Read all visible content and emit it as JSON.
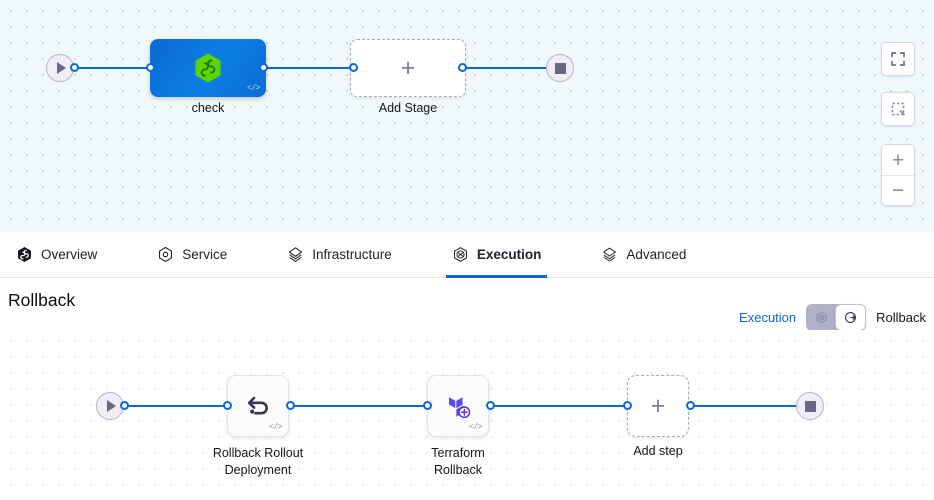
{
  "top_canvas": {
    "start_node": {
      "icon": "play-icon"
    },
    "end_node": {
      "icon": "stop-icon"
    },
    "nodes": [
      {
        "id": "check",
        "label": "check",
        "type": "stage",
        "icon": "harness-hexagon-icon",
        "badge": "</>"
      },
      {
        "id": "add-stage",
        "label": "Add Stage",
        "type": "add",
        "icon": "plus-icon"
      }
    ],
    "controls": [
      {
        "name": "fit-to-screen-button",
        "icon": "expand-icon"
      },
      {
        "name": "select-area-button",
        "icon": "dashed-square-icon"
      },
      {
        "name": "zoom-in-button",
        "icon": "plus-icon",
        "label": "+"
      },
      {
        "name": "zoom-out-button",
        "icon": "minus-icon",
        "label": "−"
      }
    ]
  },
  "tabs": [
    {
      "id": "overview",
      "label": "Overview",
      "icon": "harness-hexagon-icon",
      "active": false
    },
    {
      "id": "service",
      "label": "Service",
      "icon": "service-hexagon-icon",
      "active": false
    },
    {
      "id": "infrastructure",
      "label": "Infrastructure",
      "icon": "infrastructure-layers-icon",
      "active": false
    },
    {
      "id": "execution",
      "label": "Execution",
      "icon": "execution-icon",
      "active": true
    },
    {
      "id": "advanced",
      "label": "Advanced",
      "icon": "advanced-layers-icon",
      "active": false
    }
  ],
  "rollback_section": {
    "title": "Rollback",
    "toggle": {
      "left_label": "Execution",
      "right_label": "Rollback",
      "selected": "Rollback",
      "left_icon": "execution-icon",
      "right_icon": "rollback-circle-icon"
    }
  },
  "bottom_canvas": {
    "start_node": {
      "icon": "play-icon"
    },
    "end_node": {
      "icon": "stop-icon"
    },
    "nodes": [
      {
        "id": "rollback-rollout-deployment",
        "label_line1": "Rollback Rollout",
        "label_line2": "Deployment",
        "type": "step",
        "icon": "rollback-arrow-icon",
        "badge": "</>"
      },
      {
        "id": "terraform-rollback",
        "label_line1": "Terraform",
        "label_line2": "Rollback",
        "type": "step",
        "icon": "terraform-rollback-icon",
        "badge": "</>"
      },
      {
        "id": "add-step",
        "label_line1": "Add step",
        "label_line2": "",
        "type": "add",
        "icon": "plus-icon"
      }
    ]
  },
  "colors": {
    "edge": "#0b69d4",
    "accent": "#0b69d4",
    "stage_blue": "#0b7ee6",
    "harness_green": "#5fd500",
    "terraform_purple": "#5c4ee5",
    "canvas_top_bg": "#f0f8fb",
    "canvas_bottom_bg": "#ffffff"
  }
}
